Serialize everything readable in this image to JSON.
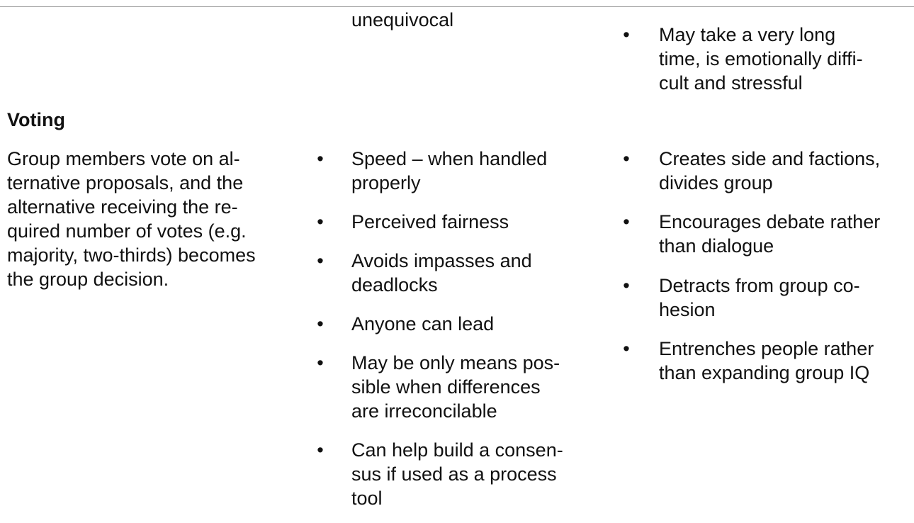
{
  "previous_row": {
    "advantage_tail": "unequivocal",
    "disadvantage_item": "May take a very long\ntime, is emotionally diffi-\ncult and stressful"
  },
  "section": {
    "title": "Voting",
    "description": "Group members vote on al-\nternative proposals, and the\nalternative receiving the re-\nquired number of votes (e.g.\nmajority, two-thirds) becomes\nthe group decision.",
    "advantages": [
      "Speed – when handled\nproperly",
      "Perceived fairness",
      "Avoids impasses and\ndeadlocks",
      "Anyone can lead",
      "May be only means pos-\nsible when differences\nare irreconcilable",
      "Can help build a consen-\nsus if used as a process\ntool"
    ],
    "disadvantages": [
      "Creates side and factions,\ndivides group",
      "Encourages debate rather\nthan dialogue",
      "Detracts from group co-\nhesion",
      "Entrenches people rather\nthan expanding group IQ"
    ]
  },
  "bullet_glyph": "•"
}
